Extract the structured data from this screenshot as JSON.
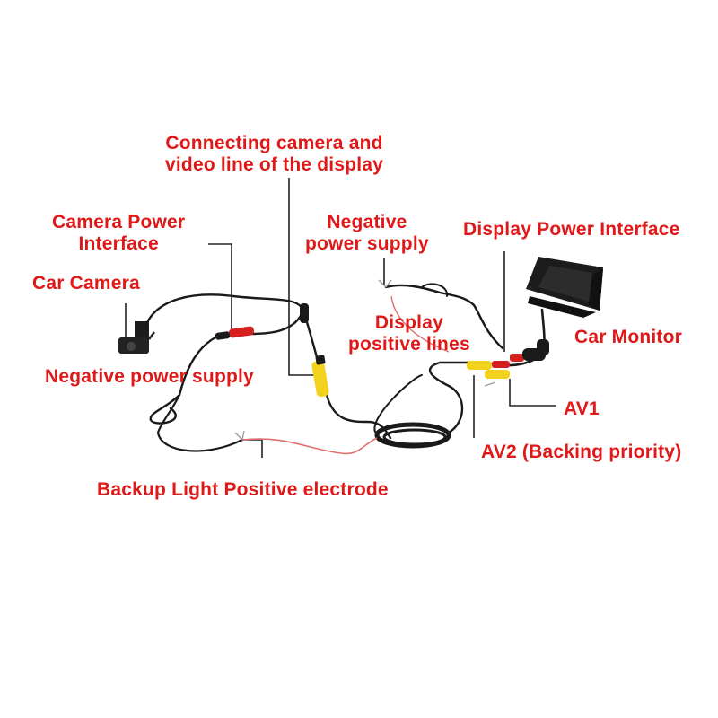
{
  "labels": {
    "connecting_video": [
      "Connecting camera and",
      "video line of the display"
    ],
    "camera_power_interface": [
      "Camera Power",
      "Interface"
    ],
    "car_camera": "Car Camera",
    "negative_power_supply_top": [
      "Negative",
      "power supply"
    ],
    "display_power_interface": "Display Power Interface",
    "display_positive_lines": [
      "Display",
      "positive lines"
    ],
    "car_monitor": "Car Monitor",
    "negative_power_supply_left": "Negative power supply",
    "av1": "AV1",
    "av2": "AV2 (Backing priority)",
    "backup_light": "Backup Light Positive electrode"
  },
  "colors": {
    "label": "#e01818",
    "cable": "#1a1a1a",
    "leader": "#222222",
    "rca_yellow": "#f2d21c",
    "connector_red": "#d62020",
    "bare_wire_red": "#e07070"
  }
}
